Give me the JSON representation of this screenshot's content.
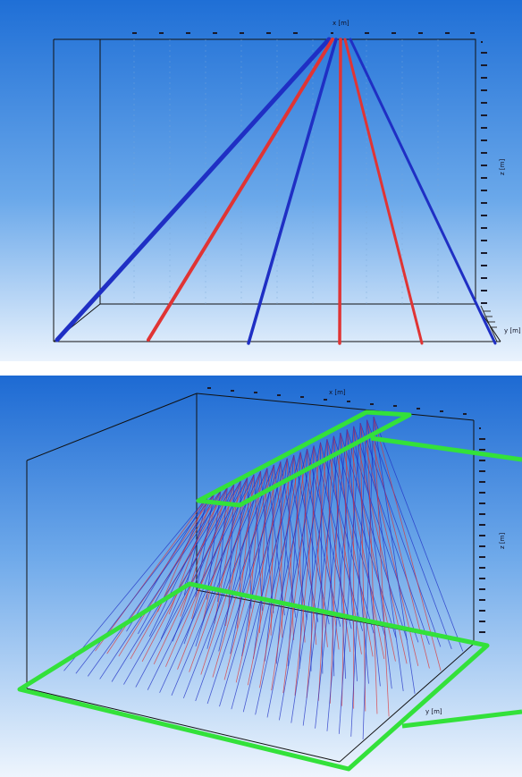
{
  "top_view": {
    "axis_labels": {
      "x": "x [m]",
      "z": "z [m]",
      "y": "y [m]"
    }
  },
  "bottom_view": {
    "axis_labels": {
      "x": "x [m]",
      "z": "z [m]",
      "y": "y [m]"
    }
  },
  "colors": {
    "sky_top": "#1f6fd6",
    "sky_bottom": "#e9f3fd",
    "ray_blue": "#1f2fc4",
    "ray_red": "#e03434",
    "highlight_green": "#33e13a",
    "frame": "#111111"
  }
}
